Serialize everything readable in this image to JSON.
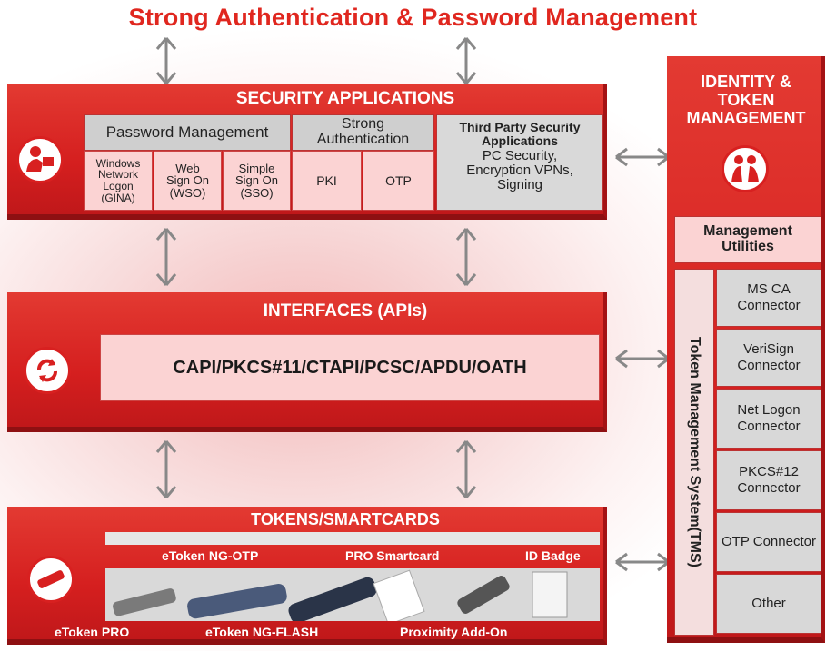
{
  "title": "Strong Authentication & Password Management",
  "security": {
    "title": "SECURITY APPLICATIONS",
    "password_mgmt": "Password Management",
    "strong_auth": "Strong Authentication",
    "third_party_title": "Third Party Security Applications",
    "third_party_items": "PC Security, Encryption VPNs, Signing",
    "gina": "Windows Network Logon (GINA)",
    "wso": "Web Sign On (WSO)",
    "sso": "Simple Sign On (SSO)",
    "pki": "PKI",
    "otp": "OTP"
  },
  "interfaces": {
    "title": "INTERFACES (APIs)",
    "apis": "CAPI/PKCS#11/CTAPI/PCSC/APDU/OATH"
  },
  "tokens": {
    "title": "TOKENS/SMARTCARDS",
    "etoken_ng_otp": "eToken NG-OTP",
    "pro_smartcard": "PRO Smartcard",
    "id_badge": "ID Badge",
    "etoken_pro": "eToken PRO",
    "etoken_ng_flash": "eToken NG-FLASH",
    "proximity": "Proximity Add-On"
  },
  "identity": {
    "title_line1": "IDENTITY &",
    "title_line2": "TOKEN",
    "title_line3": "MANAGEMENT",
    "mgmt_utilities": "Management Utilities",
    "tms": "Token Management System(TMS)",
    "connectors": [
      "MS CA Connector",
      "VeriSign Connector",
      "Net Logon Connector",
      "PKCS#12 Connector",
      "OTP Connector",
      "Other"
    ]
  }
}
